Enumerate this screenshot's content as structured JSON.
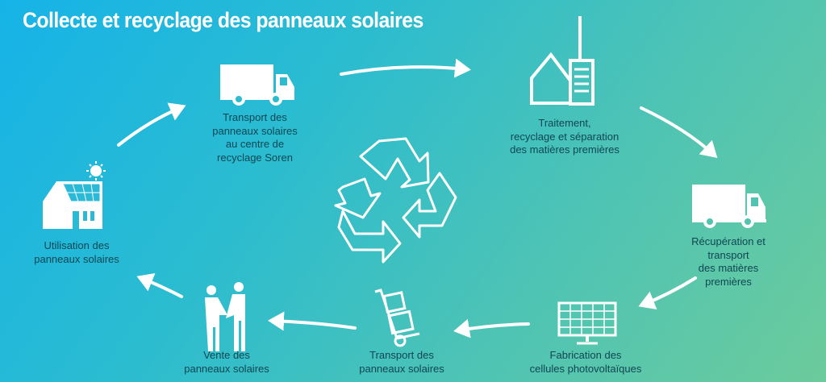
{
  "title": "Collecte et recyclage des panneaux solaires",
  "steps": [
    {
      "icon": "truck-icon",
      "label": "Transport des\npanneaux solaires\nau centre de\nrecyclage Soren"
    },
    {
      "icon": "factory-icon",
      "label": "Traitement,\nrecyclage et séparation\ndes matières premières"
    },
    {
      "icon": "truck-icon",
      "label": "Récupération et transport\ndes matières premières"
    },
    {
      "icon": "solar-panel-icon",
      "label": "Fabrication des\ncellules photovoltaïques"
    },
    {
      "icon": "hand-truck-icon",
      "label": "Transport des\npanneaux solaires"
    },
    {
      "icon": "handshake-icon",
      "label": "Vente des\npanneaux solaires"
    },
    {
      "icon": "solar-house-icon",
      "label": "Utilisation des\npanneaux solaires"
    }
  ],
  "center_icon": "recycle-icon",
  "colors": {
    "text": "#0f4653",
    "icons": "#ffffff",
    "bg_start": "#16b3e8",
    "bg_end": "#6ccb9c"
  }
}
